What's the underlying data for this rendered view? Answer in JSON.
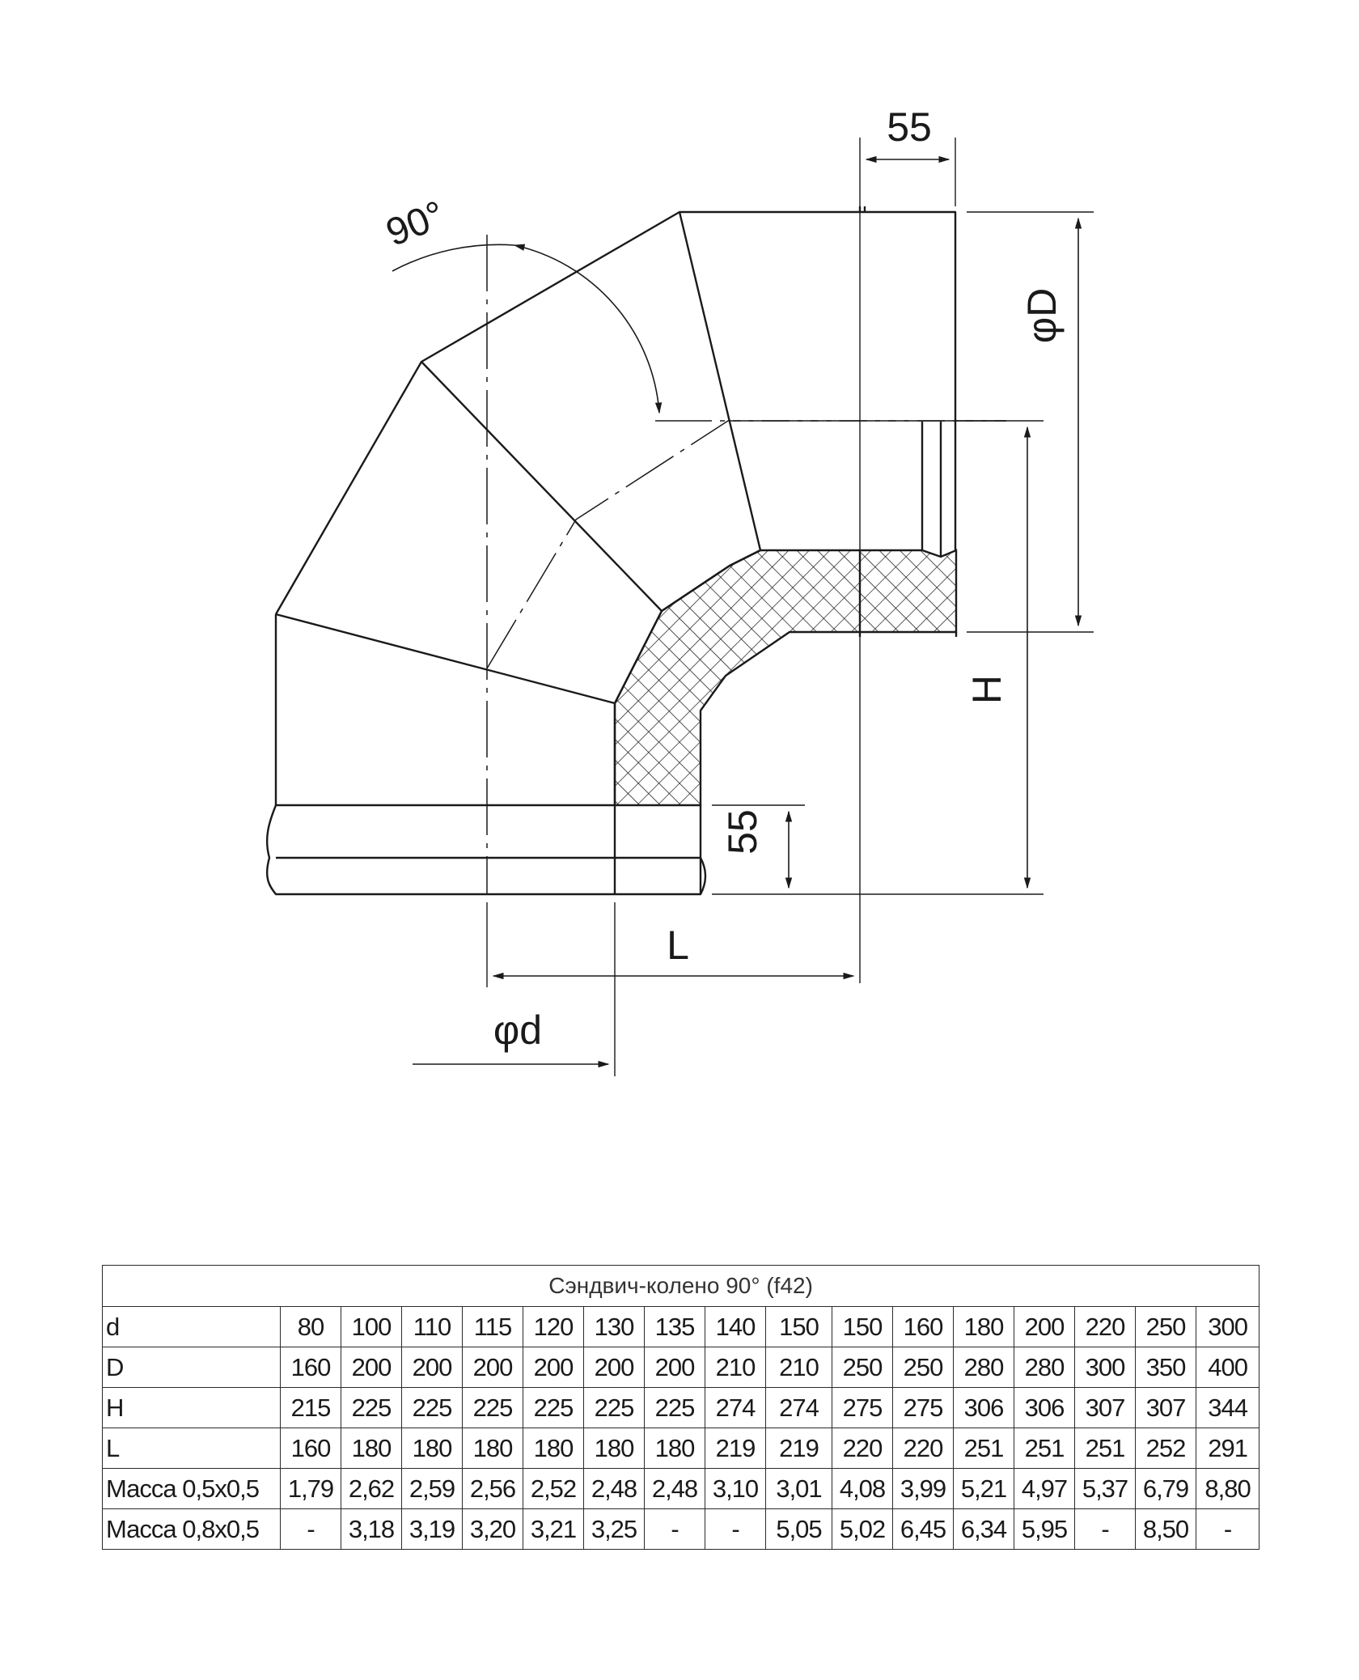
{
  "drawing": {
    "angle_label": "90°",
    "dim_top_55": "55",
    "dim_side_55": "55",
    "dim_D": "φD",
    "dim_H": "H",
    "dim_L": "L",
    "dim_d": "φd",
    "colors": {
      "line": "#1a1a1a",
      "insulation_hatch": "#1a1a1a",
      "background": "#ffffff"
    }
  },
  "table": {
    "title": "Сэндвич-колено 90° (f42)",
    "rows": [
      {
        "label": "d",
        "values": [
          "80",
          "100",
          "110",
          "115",
          "120",
          "130",
          "135",
          "140",
          "150",
          "150",
          "160",
          "180",
          "200",
          "220",
          "250",
          "300"
        ]
      },
      {
        "label": "D",
        "values": [
          "160",
          "200",
          "200",
          "200",
          "200",
          "200",
          "200",
          "210",
          "210",
          "250",
          "250",
          "280",
          "280",
          "300",
          "350",
          "400"
        ]
      },
      {
        "label": "H",
        "values": [
          "215",
          "225",
          "225",
          "225",
          "225",
          "225",
          "225",
          "274",
          "274",
          "275",
          "275",
          "306",
          "306",
          "307",
          "307",
          "344"
        ]
      },
      {
        "label": "L",
        "values": [
          "160",
          "180",
          "180",
          "180",
          "180",
          "180",
          "180",
          "219",
          "219",
          "220",
          "220",
          "251",
          "251",
          "251",
          "252",
          "291"
        ]
      },
      {
        "label": "Масса 0,5х0,5",
        "values": [
          "1,79",
          "2,62",
          "2,59",
          "2,56",
          "2,52",
          "2,48",
          "2,48",
          "3,10",
          "3,01",
          "4,08",
          "3,99",
          "5,21",
          "4,97",
          "5,37",
          "6,79",
          "8,80"
        ]
      },
      {
        "label": "Масса 0,8х0,5",
        "values": [
          "-",
          "3,18",
          "3,19",
          "3,20",
          "3,21",
          "3,25",
          "-",
          "-",
          "5,05",
          "5,02",
          "6,45",
          "6,34",
          "5,95",
          "-",
          "8,50",
          "-"
        ]
      }
    ]
  }
}
